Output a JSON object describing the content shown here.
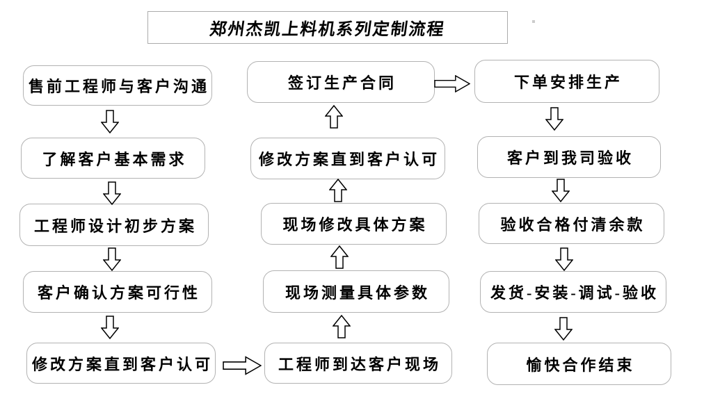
{
  "title": "郑州杰凯上料机系列定制流程",
  "flow": {
    "left_column": {
      "flow_direction": "top-to-bottom",
      "steps": [
        {
          "label": "售前工程师与客户沟通"
        },
        {
          "label": "了解客户基本需求"
        },
        {
          "label": "工程师设计初步方案"
        },
        {
          "label": "客户确认方案可行性"
        },
        {
          "label": "修改方案直到客户认可"
        }
      ]
    },
    "middle_column": {
      "flow_direction": "bottom-to-top",
      "steps": [
        {
          "label": "签订生产合同"
        },
        {
          "label": "修改方案直到客户认可"
        },
        {
          "label": "现场修改具体方案"
        },
        {
          "label": "现场测量具体参数"
        },
        {
          "label": "工程师到达客户现场"
        }
      ]
    },
    "right_column": {
      "flow_direction": "top-to-bottom",
      "steps": [
        {
          "label": "下单安排生产"
        },
        {
          "label": "客户到我司验收"
        },
        {
          "label": "验收合格付清余款"
        },
        {
          "label": "发货-安装-调试-验收"
        },
        {
          "label": "愉快合作结束"
        }
      ]
    },
    "connectors": [
      {
        "from": "修改方案直到客户认可",
        "to": "工程师到达客户现场",
        "direction": "right"
      },
      {
        "from": "签订生产合同",
        "to": "下单安排生产",
        "direction": "right"
      }
    ]
  },
  "icons": {
    "down_arrow": "hollow-block-arrow-down",
    "up_arrow": "hollow-block-arrow-up",
    "right_arrow": "hollow-block-arrow-right"
  },
  "colors": {
    "background": "#ffffff",
    "node_border": "#b2b2b2",
    "arrow_outline": "#000000",
    "text": "#000000"
  }
}
